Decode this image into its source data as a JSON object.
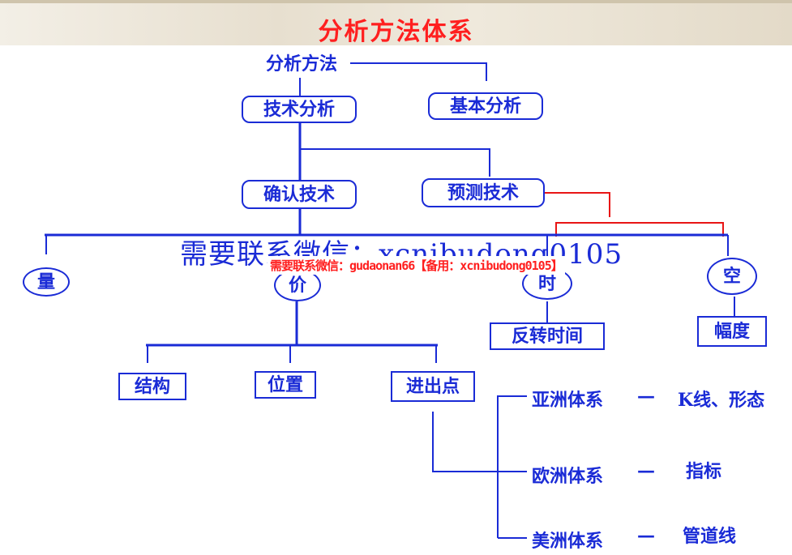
{
  "title": "分析方法体系",
  "nodes": {
    "root": "分析方法",
    "technical": "技术分析",
    "fundamental": "基本分析",
    "confirm": "确认技术",
    "forecast": "预测技术",
    "volume": "量",
    "price": "价",
    "time": "时",
    "space": "空",
    "reversal_time": "反转时间",
    "amplitude": "幅度",
    "structure": "结构",
    "position": "位置",
    "entry_exit": "进出点",
    "asia": "亚洲体系",
    "europe": "欧洲体系",
    "america": "美洲体系",
    "asia_tool": "K线、形态",
    "europe_tool": "指标",
    "america_tool": "管道线"
  },
  "dash": "—",
  "watermarks": {
    "main": "需要联系微信：xcnibudong0105",
    "small": "需要联系微信：gudaonan66【备用：xcnibudong0105】"
  },
  "colors": {
    "title": "#ff1f1f",
    "node": "#1a2bd6",
    "accent_line": "#e81515"
  }
}
